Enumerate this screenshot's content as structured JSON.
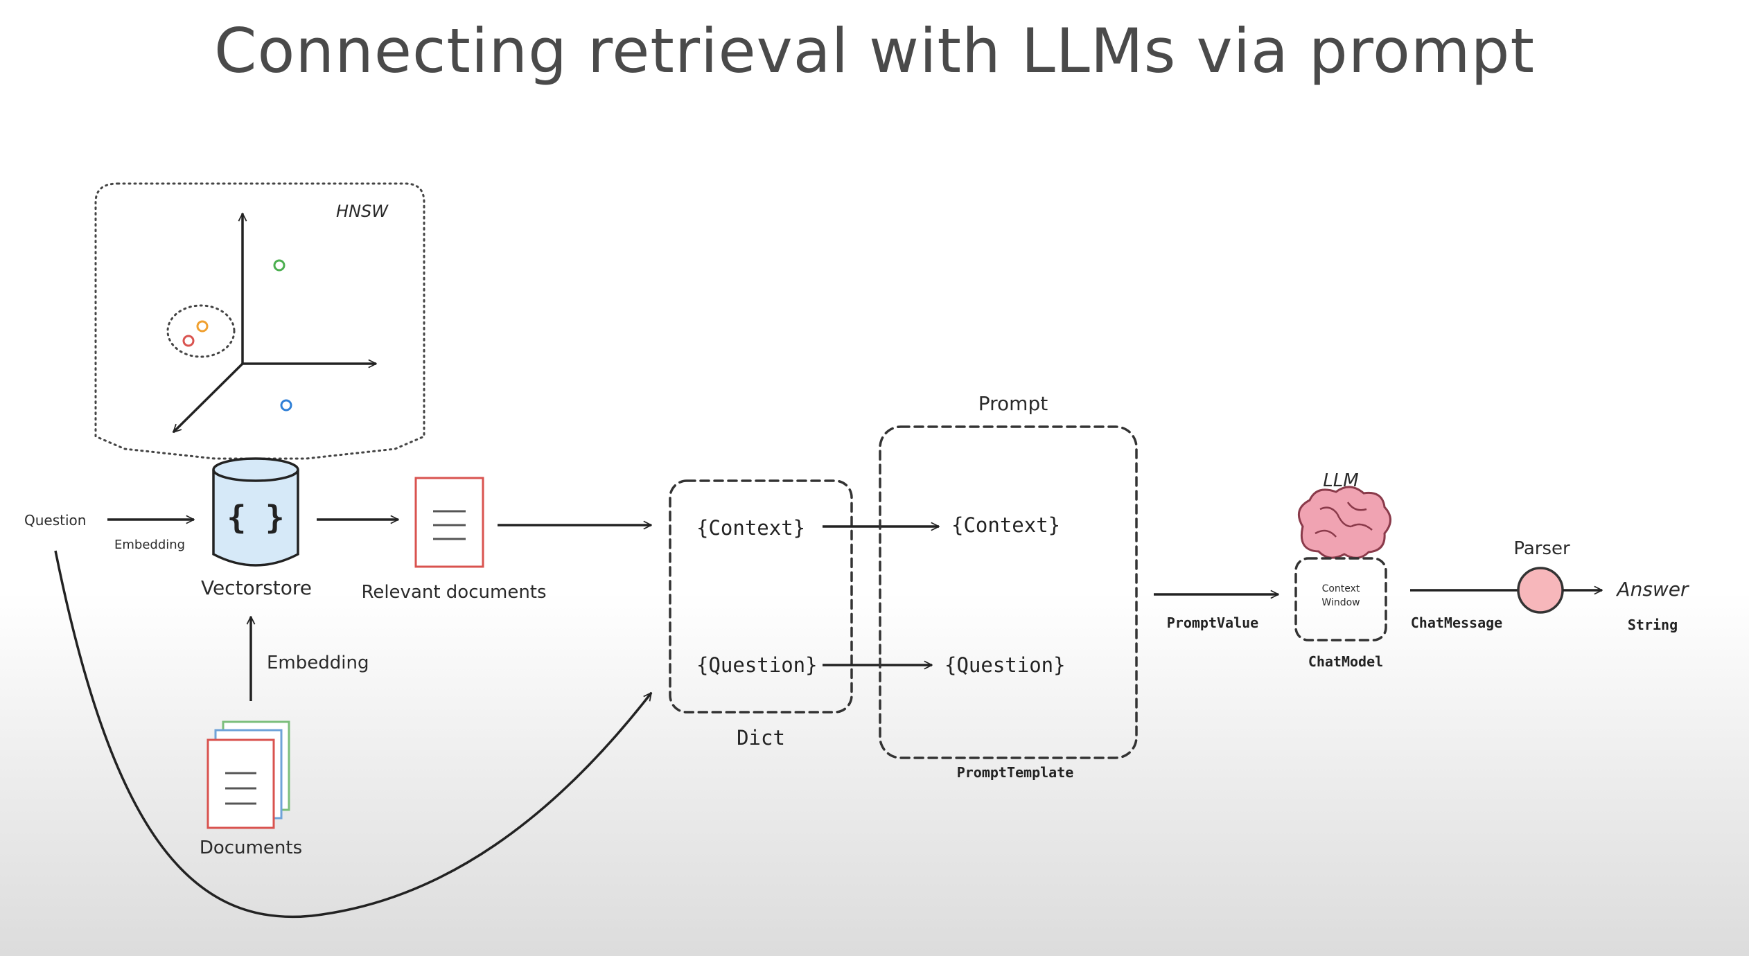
{
  "title": "Connecting retrieval with LLMs via prompt",
  "labels": {
    "hnsw": "HNSW",
    "question": "Question",
    "embedding_small": "Embedding",
    "vectorstore_glyph": "{ }",
    "vectorstore": "Vectorstore",
    "relevant_documents": "Relevant documents",
    "embedding": "Embedding",
    "documents": "Documents",
    "dict_context": "{Context}",
    "dict_question": "{Question}",
    "dict": "Dict",
    "prompt": "Prompt",
    "prompt_context": "{Context}",
    "prompt_question": "{Question}",
    "prompt_template": "PromptTemplate",
    "prompt_value": "PromptValue",
    "llm": "LLM",
    "context_window_line1": "Context",
    "context_window_line2": "Window",
    "chat_model": "ChatModel",
    "chat_message": "ChatMessage",
    "parser": "Parser",
    "answer": "Answer",
    "string": "String"
  },
  "colors": {
    "question": "#e8a03a",
    "relevant_documents": "#d64545",
    "vector_green": "#4caf50",
    "vector_orange": "#f0a030",
    "vector_red": "#d9534f",
    "vector_blue": "#2f7fd6",
    "cylinder_fill": "#d6e9f8",
    "parser_fill": "#f7b7bb",
    "brain_fill": "#f0a3b2"
  },
  "icons": {
    "database": "cylinder-database-icon",
    "document": "document-icon",
    "documents_stack": "documents-stack-icon",
    "brain": "brain-icon",
    "parser": "circle-node-icon"
  }
}
